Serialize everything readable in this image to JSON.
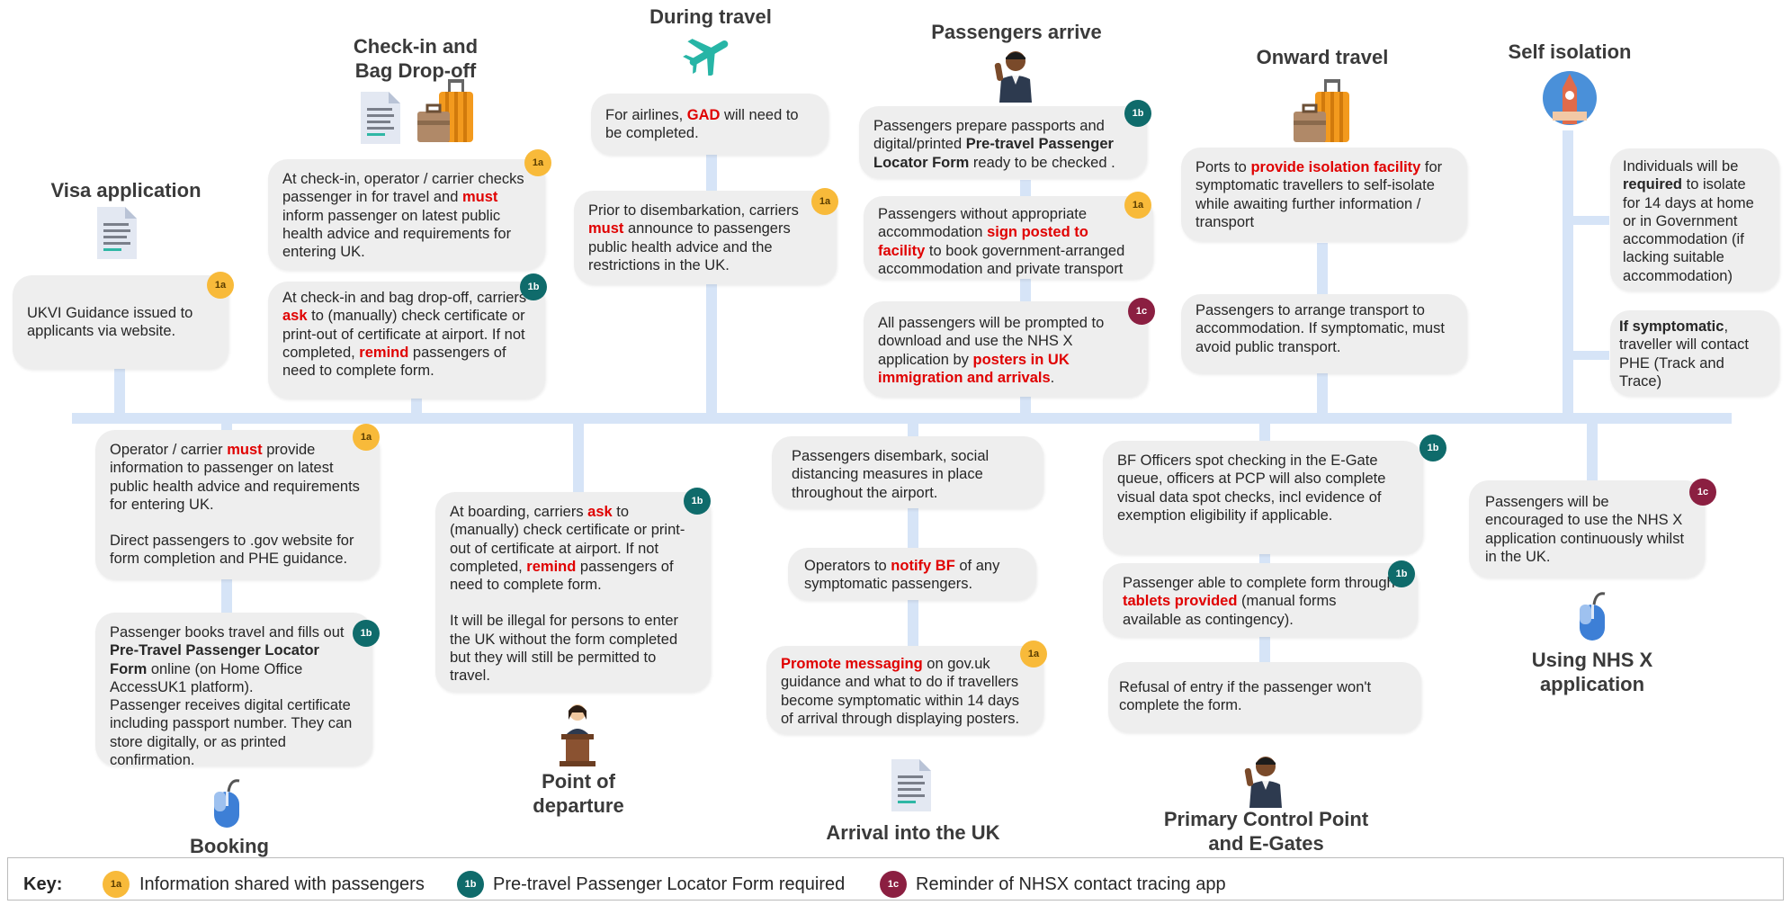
{
  "stages": {
    "visa": "Visa application",
    "checkin": "Check-in and\nBag Drop-off",
    "during": "During travel",
    "arrive": "Passengers arrive",
    "onward": "Onward travel",
    "isolation": "Self isolation",
    "booking": "Booking",
    "departure": "Point of\ndeparture",
    "arrival": "Arrival into the UK",
    "pcp": "Primary Control Point\nand E-Gates",
    "nhsx": "Using NHS X\napplication"
  },
  "badges": {
    "a": "1a",
    "b": "1b",
    "c": "1c"
  },
  "boxes": {
    "visa_1": {
      "t1": "UKVI Guidance issued to applicants via website."
    },
    "checkin_1": {
      "t1": "At check-in, operator / carrier checks passenger in for travel and ",
      "r1": "must",
      "t2": " inform passenger on latest public health advice and requirements for entering UK."
    },
    "checkin_2": {
      "t1": "At check-in and bag drop-off, carriers ",
      "r1": "ask",
      "t2": " to (manually) check certificate or print-out of certificate at airport. If not completed, ",
      "r2": "remind",
      "t3": " passengers of need to complete form."
    },
    "during_1": {
      "t1": "For airlines, ",
      "r1": "GAD",
      "t2": " will need to be completed."
    },
    "during_2": {
      "t1": "Prior to disembarkation, carriers ",
      "r1": "must",
      "t2": " announce to passengers public health advice and the restrictions in the UK."
    },
    "arrive_1": {
      "t1": "Passengers prepare passports and digital/printed ",
      "b1": "Pre-travel Passenger Locator Form",
      "t2": " ready to be checked ."
    },
    "arrive_2": {
      "t1": "Passengers without appropriate accommodation ",
      "r1": "sign posted to facility",
      "t2": " to book government-arranged accommodation and private transport"
    },
    "arrive_3": {
      "t1": "All passengers will be prompted to download and use the NHS X application by ",
      "r1": "posters in UK immigration and arrivals",
      "t2": "."
    },
    "onward_1": {
      "t1": "Ports to ",
      "r1": "provide isolation facility",
      "t2": " for symptomatic travellers to self-isolate while awaiting further information / transport"
    },
    "onward_2": {
      "t1": "Passengers to arrange transport to accommodation. If symptomatic, must avoid public transport."
    },
    "iso_1": {
      "t1": "Individuals will be ",
      "b1": "required",
      "t2": " to isolate for 14 days at home or in Government accommodation (if lacking suitable accommodation)"
    },
    "iso_2": {
      "b1": "If symptomatic",
      "t1": ", traveller will contact PHE (Track and Trace)"
    },
    "booking_1": {
      "t1": "Operator / carrier ",
      "r1": "must",
      "t2": " provide information to passenger on latest public health advice and requirements for entering UK.",
      "t3": "Direct passengers to .gov website for form completion and PHE guidance."
    },
    "booking_2": {
      "t1": "Passenger books travel and fills out ",
      "b1": "Pre-Travel Passenger Locator Form",
      "t2": " online (on Home Office AccessUK1 platform).",
      "t3": "Passenger receives digital certificate including passport number. They can store digitally, or as printed confirmation."
    },
    "departure_1": {
      "t1": "At boarding, carriers ",
      "r1": "ask",
      "t2": " to (manually) check certificate or print-out of certificate at airport. If not completed, ",
      "r2": "remind",
      "t3": " passengers of need to complete form.",
      "t4": "It will be illegal for persons to enter the UK without the form completed but they will still be permitted to travel."
    },
    "arrival_1": {
      "t1": "Passengers disembark, social distancing measures in place throughout the airport."
    },
    "arrival_2": {
      "t1": "Operators to ",
      "r1": "notify BF",
      "t2": " of any symptomatic passengers."
    },
    "arrival_3": {
      "r1": "Promote messaging",
      "t1": " on gov.uk guidance and what to do if travellers become symptomatic within 14 days of arrival through displaying posters."
    },
    "pcp_1": {
      "t1": "BF Officers spot checking in the E-Gate queue, officers at PCP will also complete visual data spot checks, incl evidence of exemption eligibility if applicable."
    },
    "pcp_2": {
      "t1": "Passenger able to complete form through ",
      "r1": "tablets provided",
      "t2": " (manual forms available as contingency)."
    },
    "pcp_3": {
      "t1": "Refusal of entry if the passenger won't complete the form."
    },
    "nhsx_1": {
      "t1": "Passengers will be encouraged to use the NHS X application continuously whilst in the UK."
    }
  },
  "key": {
    "label": "Key:",
    "items": [
      {
        "badge": "1a",
        "text": "Information shared with passengers"
      },
      {
        "badge": "1b",
        "text": "Pre-travel Passenger Locator Form required"
      },
      {
        "badge": "1c",
        "text": "Reminder of NHSX contact tracing app"
      }
    ]
  },
  "colors": {
    "badge_1a": "#f8ba3a",
    "badge_1b": "#0f6b6b",
    "badge_1c": "#8b1f41",
    "emphasis": "#e00000",
    "timeline": "#d6e4f7",
    "box": "#eeeeee"
  },
  "icons": [
    "document-icon",
    "luggage-icon",
    "airplane-icon",
    "person-waving-icon",
    "big-ben-icon",
    "mouse-icon",
    "person-at-podium-icon"
  ]
}
